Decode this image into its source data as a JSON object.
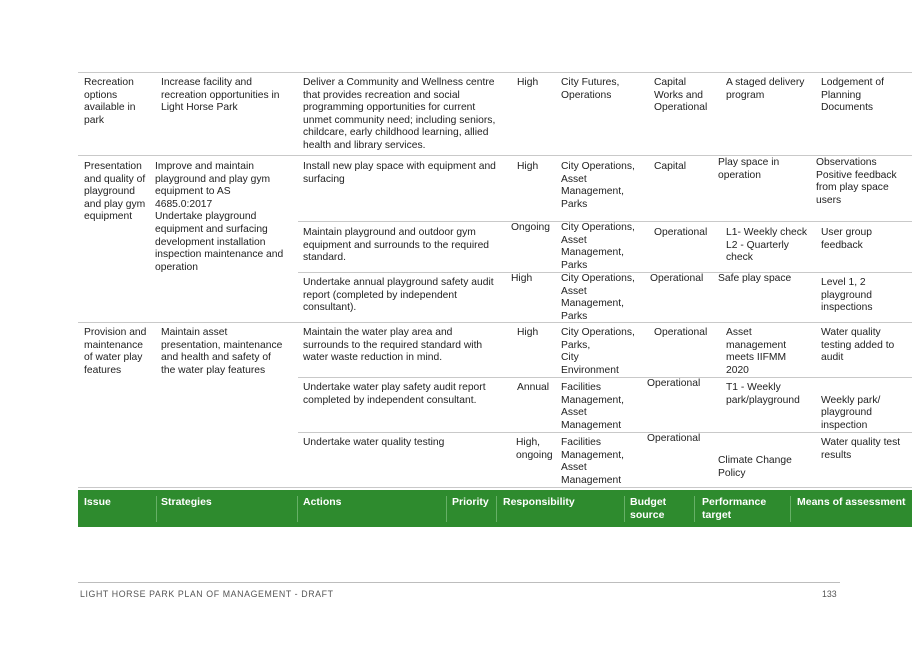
{
  "table": {
    "header": {
      "issue": "Issue",
      "strategies": "Strategies",
      "actions": "Actions",
      "priority": "Priority",
      "responsibility": "Responsibility",
      "budget_source": "Budget\nsource",
      "performance_target": "Performance\ntarget",
      "means_of_assessment": "Means of assessment"
    },
    "rows": [
      {
        "issue": "Recreation\noptions\navailable in\npark",
        "strategy": "Increase facility and\nrecreation opportunities in\nLight Horse Park",
        "action": "Deliver a Community and Wellness centre\nthat provides recreation and social\nprogramming opportunities for current\nunmet community need; including seniors,\nchildcare, early childhood learning, allied\nhealth and library services.",
        "priority": "High",
        "responsibility": "City Futures,\nOperations",
        "budget": "Capital\nWorks and\nOperational",
        "target": "A staged delivery\nprogram",
        "assessment": "Lodgement of\nPlanning\nDocuments"
      },
      {
        "issue": "Presentation\nand quality of\nplayground\nand play gym\nequipment",
        "strategy": "Improve and maintain\nplayground and play gym\nequipment to AS\n4685.0:2017\nUndertake playground\nequipment and surfacing\ndevelopment installation\ninspection maintenance and\noperation",
        "action": "Install new play space with equipment and\nsurfacing",
        "priority": "High",
        "responsibility": "City Operations,\nAsset\nManagement,\nParks",
        "budget": "Capital",
        "target": "Play space in\noperation",
        "assessment": "Observations\nPositive feedback\nfrom play space\nusers"
      },
      {
        "action": "Maintain playground and outdoor gym\nequipment and surrounds to the required\nstandard.",
        "priority": "Ongoing",
        "responsibility": "City Operations,\nAsset\nManagement,\nParks",
        "budget": "Operational",
        "target": "L1- Weekly check\nL2 - Quarterly\ncheck",
        "assessment": "User group\nfeedback"
      },
      {
        "action": "Undertake annual playground safety audit\nreport (completed by independent\nconsultant).",
        "priority": "High",
        "responsibility": "City Operations,\nAsset\nManagement,\nParks",
        "budget": "Operational",
        "target": "Safe play space",
        "assessment": "Level 1, 2\nplayground\ninspections"
      },
      {
        "issue": "Provision and\nmaintenance\nof water play\nfeatures",
        "strategy": "Maintain asset\npresentation, maintenance\nand health and safety of\nthe water play features",
        "action": "Maintain the water play area and\nsurrounds to the required standard with\nwater waste reduction in mind.",
        "priority": "High",
        "responsibility": "City Operations,\nParks,\nCity\nEnvironment",
        "budget": "Operational",
        "target": "Asset\nmanagement\nmeets IIFMM\n2020",
        "assessment": "Water quality\ntesting added to\naudit"
      },
      {
        "action": "Undertake water play safety audit report\ncompleted by independent consultant.",
        "priority": "Annual",
        "responsibility": "Facilities\nManagement,\nAsset\nManagement",
        "budget": "Operational",
        "target": "T1 - Weekly\npark/playground",
        "assessment": "Weekly park/\nplayground\ninspection"
      },
      {
        "action": "Undertake water quality testing",
        "priority": "High,\nongoing",
        "responsibility": "Facilities\nManagement,\nAsset\nManagement",
        "budget": "Operational",
        "target": "Climate Change\nPolicy",
        "assessment": "Water quality test\nresults"
      }
    ]
  },
  "footer": {
    "title": "LIGHT HORSE PARK PLAN OF MANAGEMENT - DRAFT",
    "page": "133"
  },
  "colors": {
    "header_background": "#2e8b2e",
    "header_text": "#ffffff"
  }
}
